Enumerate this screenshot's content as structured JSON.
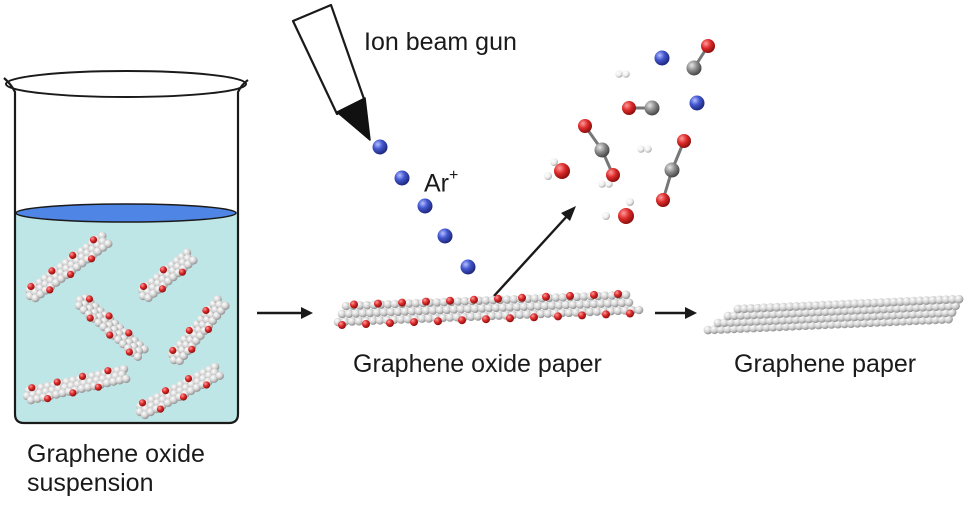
{
  "labels": {
    "ion_beam_gun": "Ion beam gun",
    "ar_ion": "Ar",
    "ar_charge": "+",
    "suspension_line1": "Graphene oxide",
    "suspension_line2": "suspension",
    "graphene_oxide_paper": "Graphene oxide paper",
    "graphene_paper": "Graphene paper"
  },
  "colors": {
    "liquid": "#bfe6e6",
    "liquid_surface": "#4f86e6",
    "argon": "#3b4fc8",
    "oxygen": "#d42828",
    "carbon_sheet": "#d2d2d2",
    "carbon_molecule": "#8c8c8c",
    "hydrogen": "#f2f2f2",
    "line": "#1a1a1a"
  },
  "icons": [
    "beaker-icon",
    "ion-beam-gun-icon",
    "argon-ion-icon",
    "water-molecule-icon",
    "co2-molecule-icon",
    "co-molecule-icon",
    "hydrogen-molecule-icon"
  ]
}
